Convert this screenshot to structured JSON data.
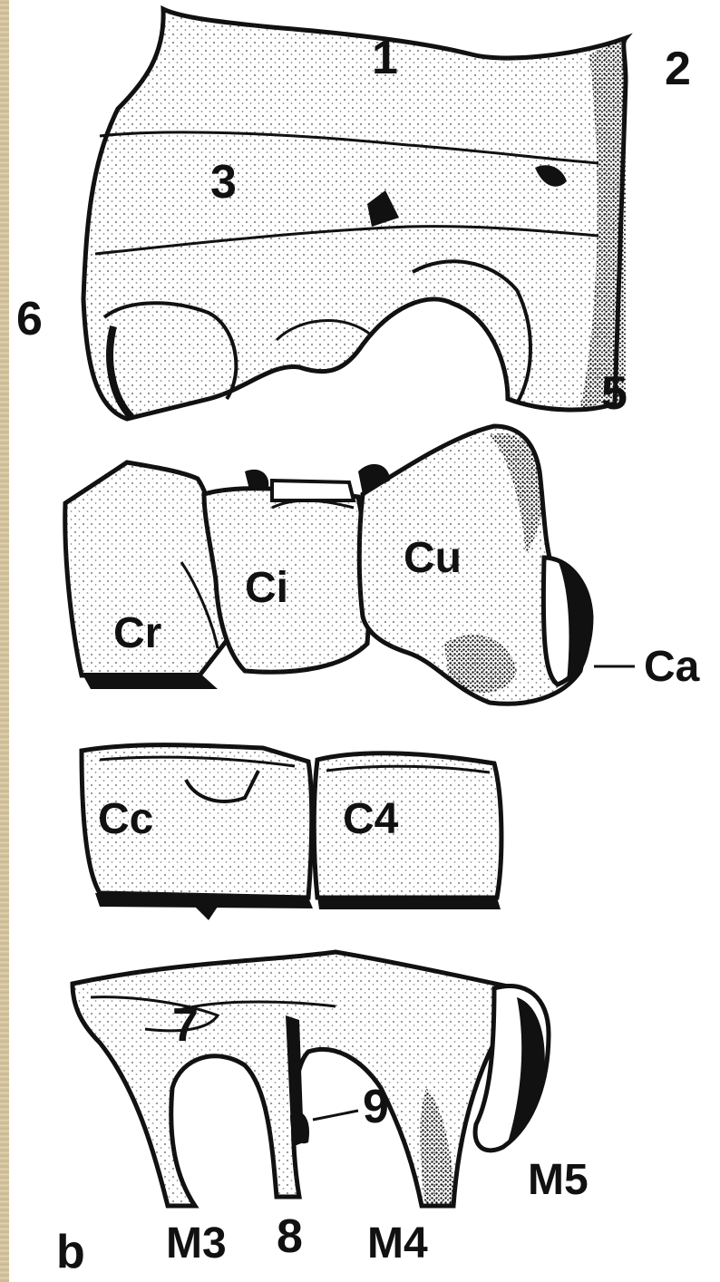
{
  "labels": {
    "n1": "1",
    "n2": "2",
    "n3": "3",
    "n5": "5",
    "n6": "6",
    "n7": "7",
    "n8": "8",
    "n9": "9",
    "cr": "Cr",
    "ci": "Ci",
    "cu": "Cu",
    "ca": "Ca",
    "cc": "Cc",
    "c4": "C4",
    "m3": "M3",
    "m4": "M4",
    "m5": "M5",
    "panel": "b"
  },
  "colors": {
    "ink": "#111111",
    "bone_fill": "#ffffff",
    "shade": "#1a1a1a",
    "border": "#d8c9a6"
  }
}
